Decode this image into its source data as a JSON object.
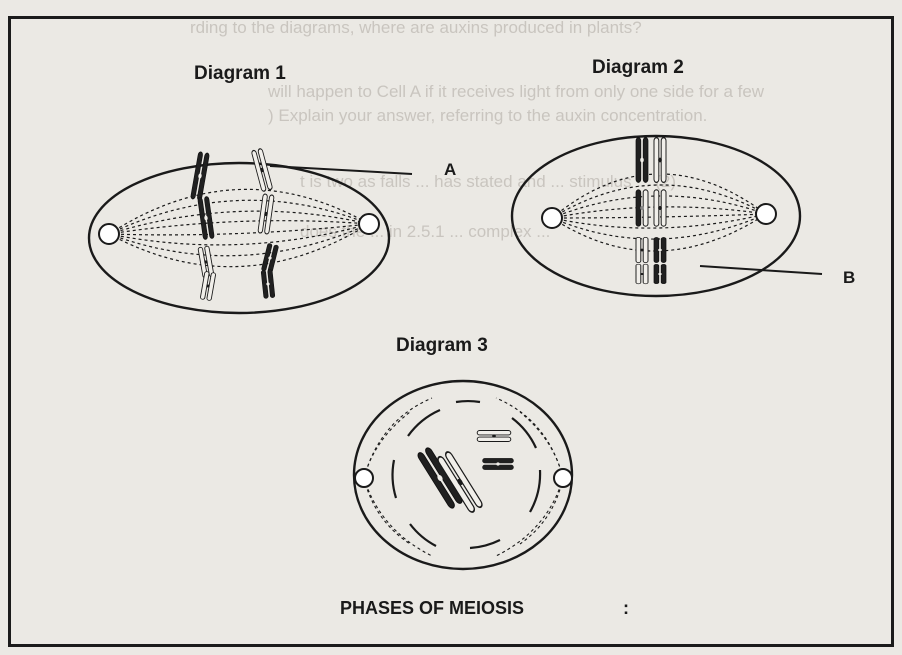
{
  "figure": {
    "caption": "PHASES OF MEIOSIS",
    "stray_mark": ":",
    "diagrams": [
      {
        "title": "Diagram 1",
        "pointer": "A"
      },
      {
        "title": "Diagram 2",
        "pointer": "B"
      },
      {
        "title": "Diagram 3"
      }
    ]
  },
  "bleed_through_text": [
    "rding to the diagrams, where are auxins produced in plants?",
    "will happen to Cell A if it receives light from only one side for a few",
    ") Explain your answer, referring to the auxin concentration.",
    "t is two as falls ... has stated and ... stimulus ... (2)",
    "does the ... in 2.5.1 ... complex ..."
  ],
  "colors": {
    "ink": "#1a1a1a",
    "dark_chromatid": "#202020",
    "light_chromatid": "#f1efea",
    "background": "#ebe9e4"
  }
}
